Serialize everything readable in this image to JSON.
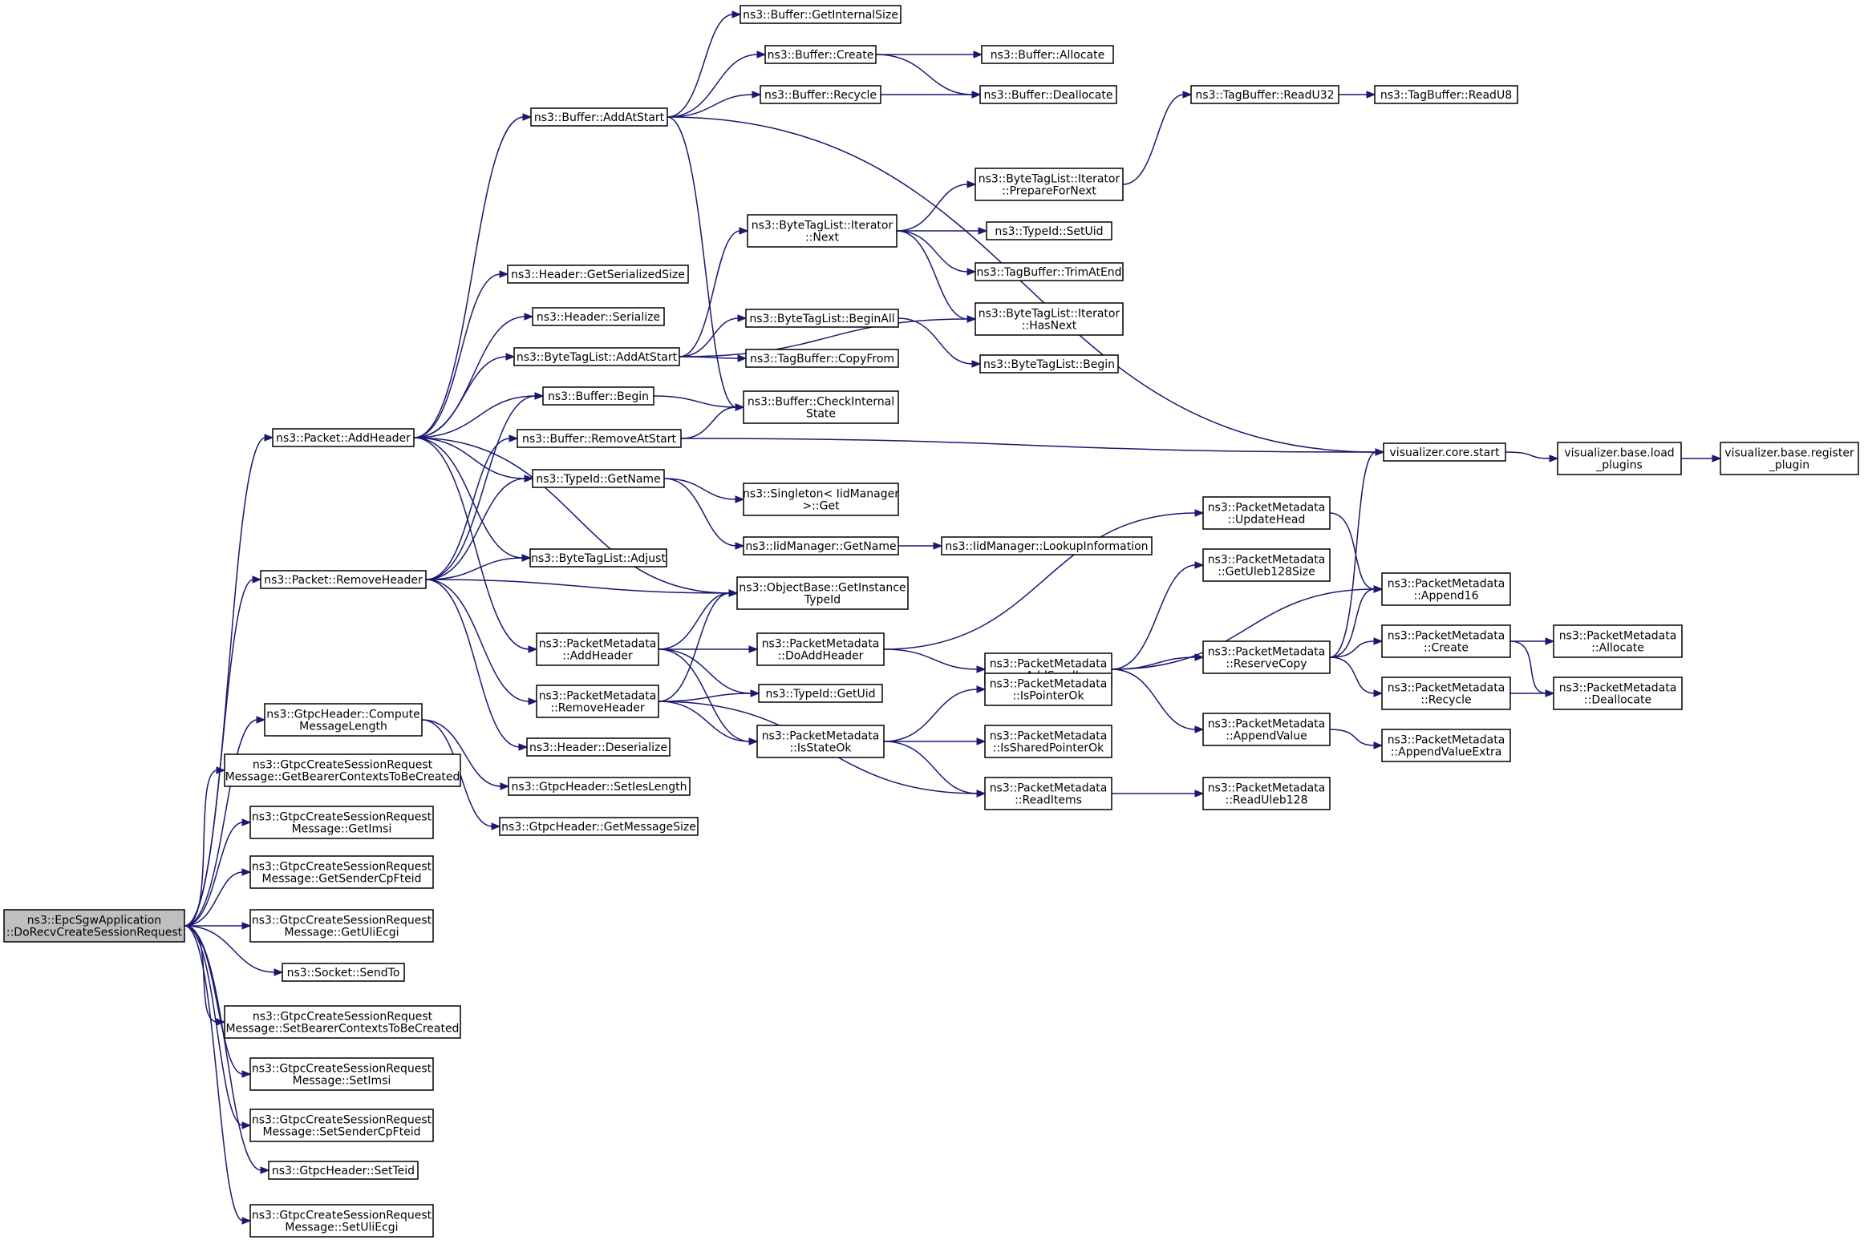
{
  "diagram": {
    "root": "ns3::EpcSgwApplication::DoRecvCreateSessionRequest",
    "nodes": [
      {
        "id": "root",
        "lines": [
          "ns3::EpcSgwApplication",
          "::DoRecvCreateSessionRequest"
        ]
      },
      {
        "id": "addheader",
        "lines": [
          "ns3::Packet::AddHeader"
        ]
      },
      {
        "id": "removeheader",
        "lines": [
          "ns3::Packet::RemoveHeader"
        ]
      },
      {
        "id": "gtpc_compute",
        "lines": [
          "ns3::GtpcHeader::Compute",
          "MessageLength"
        ]
      },
      {
        "id": "get_bearer",
        "lines": [
          "ns3::GtpcCreateSessionRequest",
          "Message::GetBearerContextsToBeCreated"
        ]
      },
      {
        "id": "get_imsi",
        "lines": [
          "ns3::GtpcCreateSessionRequest",
          "Message::GetImsi"
        ]
      },
      {
        "id": "get_sender",
        "lines": [
          "ns3::GtpcCreateSessionRequest",
          "Message::GetSenderCpFteid"
        ]
      },
      {
        "id": "get_uli",
        "lines": [
          "ns3::GtpcCreateSessionRequest",
          "Message::GetUliEcgi"
        ]
      },
      {
        "id": "sendto",
        "lines": [
          "ns3::Socket::SendTo"
        ]
      },
      {
        "id": "set_bearer",
        "lines": [
          "ns3::GtpcCreateSessionRequest",
          "Message::SetBearerContextsToBeCreated"
        ]
      },
      {
        "id": "set_imsi",
        "lines": [
          "ns3::GtpcCreateSessionRequest",
          "Message::SetImsi"
        ]
      },
      {
        "id": "set_sender",
        "lines": [
          "ns3::GtpcCreateSessionRequest",
          "Message::SetSenderCpFteid"
        ]
      },
      {
        "id": "set_teid",
        "lines": [
          "ns3::GtpcHeader::SetTeid"
        ]
      },
      {
        "id": "set_uli",
        "lines": [
          "ns3::GtpcCreateSessionRequest",
          "Message::SetUliEcgi"
        ]
      },
      {
        "id": "buf_addatstart",
        "lines": [
          "ns3::Buffer::AddAtStart"
        ]
      },
      {
        "id": "hdr_getsersize",
        "lines": [
          "ns3::Header::GetSerializedSize"
        ]
      },
      {
        "id": "hdr_serialize",
        "lines": [
          "ns3::Header::Serialize"
        ]
      },
      {
        "id": "btl_addatstart",
        "lines": [
          "ns3::ByteTagList::AddAtStart"
        ]
      },
      {
        "id": "buf_begin",
        "lines": [
          "ns3::Buffer::Begin"
        ]
      },
      {
        "id": "buf_removeatstart",
        "lines": [
          "ns3::Buffer::RemoveAtStart"
        ]
      },
      {
        "id": "typeid_getname",
        "lines": [
          "ns3::TypeId::GetName"
        ]
      },
      {
        "id": "btl_adjust",
        "lines": [
          "ns3::ByteTagList::Adjust"
        ]
      },
      {
        "id": "pm_addheader",
        "lines": [
          "ns3::PacketMetadata",
          "::AddHeader"
        ]
      },
      {
        "id": "pm_removeheader",
        "lines": [
          "ns3::PacketMetadata",
          "::RemoveHeader"
        ]
      },
      {
        "id": "hdr_deserialize",
        "lines": [
          "ns3::Header::Deserialize"
        ]
      },
      {
        "id": "gtpc_setieslength",
        "lines": [
          "ns3::GtpcHeader::SetIesLength"
        ]
      },
      {
        "id": "gtpc_getmsgsize",
        "lines": [
          "ns3::GtpcHeader::GetMessageSize"
        ]
      },
      {
        "id": "buf_getinternalsize",
        "lines": [
          "ns3::Buffer::GetInternalSize"
        ]
      },
      {
        "id": "buf_create",
        "lines": [
          "ns3::Buffer::Create"
        ]
      },
      {
        "id": "buf_recycle",
        "lines": [
          "ns3::Buffer::Recycle"
        ]
      },
      {
        "id": "btl_it_next",
        "lines": [
          "ns3::ByteTagList::Iterator",
          "::Next"
        ]
      },
      {
        "id": "btl_beginall",
        "lines": [
          "ns3::ByteTagList::BeginAll"
        ]
      },
      {
        "id": "tb_copyfrom",
        "lines": [
          "ns3::TagBuffer::CopyFrom"
        ]
      },
      {
        "id": "buf_checkinternal",
        "lines": [
          "ns3::Buffer::CheckInternal",
          "State"
        ]
      },
      {
        "id": "singleton_get",
        "lines": [
          "ns3::Singleton< IidManager",
          ">::Get"
        ]
      },
      {
        "id": "iid_getname",
        "lines": [
          "ns3::IidManager::GetName"
        ]
      },
      {
        "id": "objbase_getinstance",
        "lines": [
          "ns3::ObjectBase::GetInstance",
          "TypeId"
        ]
      },
      {
        "id": "pm_doaddheader",
        "lines": [
          "ns3::PacketMetadata",
          "::DoAddHeader"
        ]
      },
      {
        "id": "typeid_getuid",
        "lines": [
          "ns3::TypeId::GetUid"
        ]
      },
      {
        "id": "pm_isstateok",
        "lines": [
          "ns3::PacketMetadata",
          "::IsStateOk"
        ]
      },
      {
        "id": "buf_allocate",
        "lines": [
          "ns3::Buffer::Allocate"
        ]
      },
      {
        "id": "buf_deallocate",
        "lines": [
          "ns3::Buffer::Deallocate"
        ]
      },
      {
        "id": "btl_it_preparefornext",
        "lines": [
          "ns3::ByteTagList::Iterator",
          "::PrepareForNext"
        ]
      },
      {
        "id": "typeid_setuid",
        "lines": [
          "ns3::TypeId::SetUid"
        ]
      },
      {
        "id": "tb_trimatend",
        "lines": [
          "ns3::TagBuffer::TrimAtEnd"
        ]
      },
      {
        "id": "btl_it_hasnext",
        "lines": [
          "ns3::ByteTagList::Iterator",
          "::HasNext"
        ]
      },
      {
        "id": "btl_begin",
        "lines": [
          "ns3::ByteTagList::Begin"
        ]
      },
      {
        "id": "iid_lookupinfo",
        "lines": [
          "ns3::IidManager::LookupInformation"
        ]
      },
      {
        "id": "pm_addsmall",
        "lines": [
          "ns3::PacketMetadata",
          "::AddSmall"
        ]
      },
      {
        "id": "pm_ispointerok",
        "lines": [
          "ns3::PacketMetadata",
          "::IsPointerOk"
        ]
      },
      {
        "id": "pm_issharedpointerok",
        "lines": [
          "ns3::PacketMetadata",
          "::IsSharedPointerOk"
        ]
      },
      {
        "id": "pm_readitems",
        "lines": [
          "ns3::PacketMetadata",
          "::ReadItems"
        ]
      },
      {
        "id": "tb_readu32",
        "lines": [
          "ns3::TagBuffer::ReadU32"
        ]
      },
      {
        "id": "tb_readu8",
        "lines": [
          "ns3::TagBuffer::ReadU8"
        ]
      },
      {
        "id": "pm_updatehead",
        "lines": [
          "ns3::PacketMetadata",
          "::UpdateHead"
        ]
      },
      {
        "id": "pm_getuleb128size",
        "lines": [
          "ns3::PacketMetadata",
          "::GetUleb128Size"
        ]
      },
      {
        "id": "pm_reservecopy",
        "lines": [
          "ns3::PacketMetadata",
          "::ReserveCopy"
        ]
      },
      {
        "id": "pm_appendvalue",
        "lines": [
          "ns3::PacketMetadata",
          "::AppendValue"
        ]
      },
      {
        "id": "pm_readuleb128",
        "lines": [
          "ns3::PacketMetadata",
          "::ReadUleb128"
        ]
      },
      {
        "id": "vis_core_start",
        "lines": [
          "visualizer.core.start"
        ]
      },
      {
        "id": "pm_append16",
        "lines": [
          "ns3::PacketMetadata",
          "::Append16"
        ]
      },
      {
        "id": "pm_create",
        "lines": [
          "ns3::PacketMetadata",
          "::Create"
        ]
      },
      {
        "id": "pm_recycle",
        "lines": [
          "ns3::PacketMetadata",
          "::Recycle"
        ]
      },
      {
        "id": "pm_appendvalueextra",
        "lines": [
          "ns3::PacketMetadata",
          "::AppendValueExtra"
        ]
      },
      {
        "id": "vis_base_loadplugins",
        "lines": [
          "visualizer.base.load",
          "_plugins"
        ]
      },
      {
        "id": "vis_base_registerplugin",
        "lines": [
          "visualizer.base.register",
          "_plugin"
        ]
      },
      {
        "id": "pm_allocate",
        "lines": [
          "ns3::PacketMetadata",
          "::Allocate"
        ]
      },
      {
        "id": "pm_deallocate",
        "lines": [
          "ns3::PacketMetadata",
          "::Deallocate"
        ]
      }
    ],
    "edges": [
      [
        "root",
        "addheader"
      ],
      [
        "root",
        "removeheader"
      ],
      [
        "root",
        "gtpc_compute"
      ],
      [
        "root",
        "get_bearer"
      ],
      [
        "root",
        "get_imsi"
      ],
      [
        "root",
        "get_sender"
      ],
      [
        "root",
        "get_uli"
      ],
      [
        "root",
        "sendto"
      ],
      [
        "root",
        "set_bearer"
      ],
      [
        "root",
        "set_imsi"
      ],
      [
        "root",
        "set_sender"
      ],
      [
        "root",
        "set_teid"
      ],
      [
        "root",
        "set_uli"
      ],
      [
        "addheader",
        "buf_addatstart"
      ],
      [
        "addheader",
        "hdr_getsersize"
      ],
      [
        "addheader",
        "hdr_serialize"
      ],
      [
        "addheader",
        "btl_addatstart"
      ],
      [
        "addheader",
        "buf_begin"
      ],
      [
        "addheader",
        "typeid_getname"
      ],
      [
        "addheader",
        "btl_adjust"
      ],
      [
        "addheader",
        "pm_addheader"
      ],
      [
        "addheader",
        "objbase_getinstance"
      ],
      [
        "removeheader",
        "buf_begin"
      ],
      [
        "removeheader",
        "buf_removeatstart"
      ],
      [
        "removeheader",
        "typeid_getname"
      ],
      [
        "removeheader",
        "btl_adjust"
      ],
      [
        "removeheader",
        "objbase_getinstance"
      ],
      [
        "removeheader",
        "pm_removeheader"
      ],
      [
        "removeheader",
        "hdr_deserialize"
      ],
      [
        "gtpc_compute",
        "gtpc_setieslength"
      ],
      [
        "gtpc_compute",
        "gtpc_getmsgsize"
      ],
      [
        "buf_addatstart",
        "buf_getinternalsize"
      ],
      [
        "buf_addatstart",
        "buf_create"
      ],
      [
        "buf_addatstart",
        "buf_recycle"
      ],
      [
        "buf_addatstart",
        "buf_checkinternal"
      ],
      [
        "buf_addatstart",
        "vis_core_start"
      ],
      [
        "btl_addatstart",
        "btl_it_next"
      ],
      [
        "btl_addatstart",
        "btl_it_hasnext"
      ],
      [
        "btl_addatstart",
        "btl_beginall"
      ],
      [
        "btl_addatstart",
        "tb_copyfrom"
      ],
      [
        "buf_begin",
        "buf_checkinternal"
      ],
      [
        "buf_removeatstart",
        "buf_checkinternal"
      ],
      [
        "buf_removeatstart",
        "vis_core_start"
      ],
      [
        "typeid_getname",
        "singleton_get"
      ],
      [
        "typeid_getname",
        "iid_getname"
      ],
      [
        "pm_addheader",
        "objbase_getinstance"
      ],
      [
        "pm_addheader",
        "pm_doaddheader"
      ],
      [
        "pm_addheader",
        "typeid_getuid"
      ],
      [
        "pm_addheader",
        "pm_isstateok"
      ],
      [
        "pm_removeheader",
        "objbase_getinstance"
      ],
      [
        "pm_removeheader",
        "typeid_getuid"
      ],
      [
        "pm_removeheader",
        "pm_isstateok"
      ],
      [
        "pm_removeheader",
        "pm_readitems"
      ],
      [
        "buf_create",
        "buf_allocate"
      ],
      [
        "buf_create",
        "buf_deallocate"
      ],
      [
        "buf_recycle",
        "buf_deallocate"
      ],
      [
        "btl_it_next",
        "btl_it_preparefornext"
      ],
      [
        "btl_it_next",
        "typeid_setuid"
      ],
      [
        "btl_it_next",
        "tb_trimatend"
      ],
      [
        "btl_it_next",
        "btl_it_hasnext"
      ],
      [
        "btl_beginall",
        "btl_begin"
      ],
      [
        "iid_getname",
        "iid_lookupinfo"
      ],
      [
        "pm_doaddheader",
        "pm_updatehead"
      ],
      [
        "pm_doaddheader",
        "pm_addsmall"
      ],
      [
        "pm_isstateok",
        "pm_ispointerok"
      ],
      [
        "pm_isstateok",
        "pm_issharedpointerok"
      ],
      [
        "pm_isstateok",
        "pm_readitems"
      ],
      [
        "btl_it_preparefornext",
        "tb_readu32"
      ],
      [
        "tb_readu32",
        "tb_readu8"
      ],
      [
        "pm_addsmall",
        "pm_getuleb128size"
      ],
      [
        "pm_addsmall",
        "pm_append16"
      ],
      [
        "pm_addsmall",
        "pm_reservecopy"
      ],
      [
        "pm_addsmall",
        "pm_appendvalue"
      ],
      [
        "pm_readitems",
        "pm_readuleb128"
      ],
      [
        "pm_updatehead",
        "pm_append16"
      ],
      [
        "pm_reservecopy",
        "vis_core_start"
      ],
      [
        "pm_reservecopy",
        "pm_append16"
      ],
      [
        "pm_reservecopy",
        "pm_create"
      ],
      [
        "pm_reservecopy",
        "pm_recycle"
      ],
      [
        "pm_appendvalue",
        "pm_appendvalueextra"
      ],
      [
        "vis_core_start",
        "vis_base_loadplugins"
      ],
      [
        "vis_base_loadplugins",
        "vis_base_registerplugin"
      ],
      [
        "pm_create",
        "pm_allocate"
      ],
      [
        "pm_create",
        "pm_deallocate"
      ],
      [
        "pm_recycle",
        "pm_deallocate"
      ]
    ]
  }
}
